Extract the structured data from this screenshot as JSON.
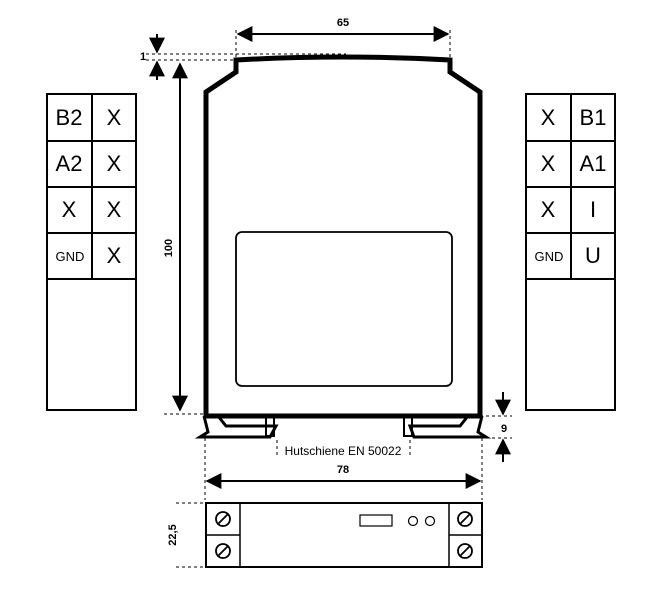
{
  "dimensions": {
    "width_top": "65",
    "gap_top": "1",
    "height": "100",
    "rail_offset": "9",
    "width_bottom": "78",
    "depth": "22,5"
  },
  "rail_label": "Hutschiene EN 50022",
  "left_terminals": [
    [
      "B2",
      "X"
    ],
    [
      "A2",
      "X"
    ],
    [
      "X",
      "X"
    ],
    [
      "GND",
      "X"
    ]
  ],
  "right_terminals": [
    [
      "X",
      "B1"
    ],
    [
      "X",
      "A1"
    ],
    [
      "X",
      "I"
    ],
    [
      "GND",
      "U"
    ]
  ]
}
